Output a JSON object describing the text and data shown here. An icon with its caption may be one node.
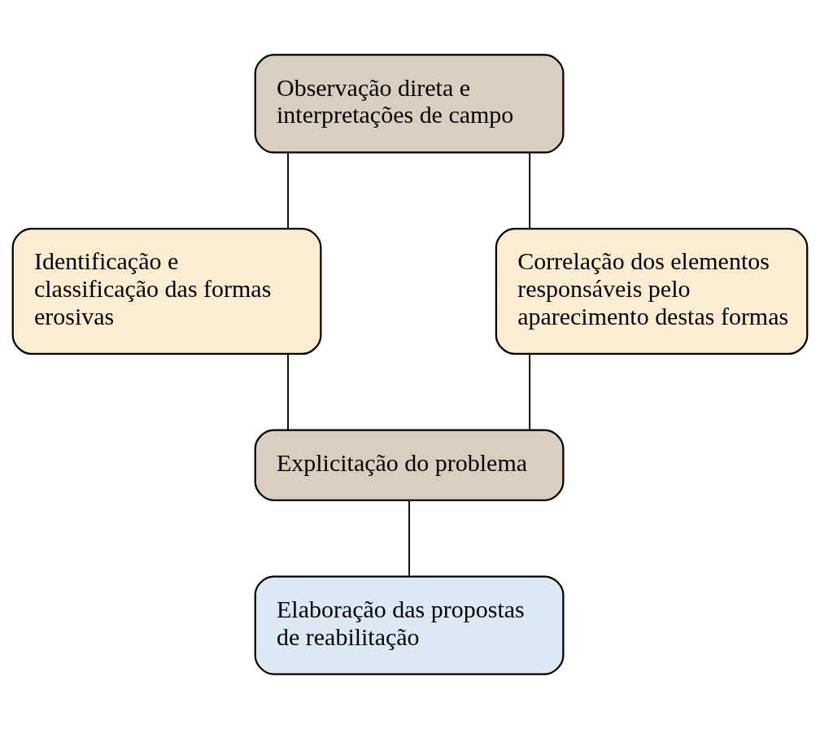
{
  "diagram": {
    "nodes": [
      {
        "text": [
          "Observação direta e interpretações de campo"
        ]
      },
      {
        "text": [
          "Identificação e classificação das formas erosivas"
        ]
      },
      {
        "text": [
          "Correlação dos elementos responsáveis pelo aparecimento destas formas"
        ]
      },
      {
        "text": [
          "Explicitação do problema"
        ]
      },
      {
        "text": [
          "Elaboração das propostas de reabilitação"
        ]
      }
    ],
    "edges": [
      {
        "from": 0,
        "to": 1,
        "arrow": "none"
      },
      {
        "from": 0,
        "to": 2,
        "arrow": "none"
      },
      {
        "from": 1,
        "to": 3,
        "arrow": "none"
      },
      {
        "from": 2,
        "to": 3,
        "arrow": "none"
      },
      {
        "from": 3,
        "to": 4,
        "arrow": "none"
      }
    ]
  }
}
